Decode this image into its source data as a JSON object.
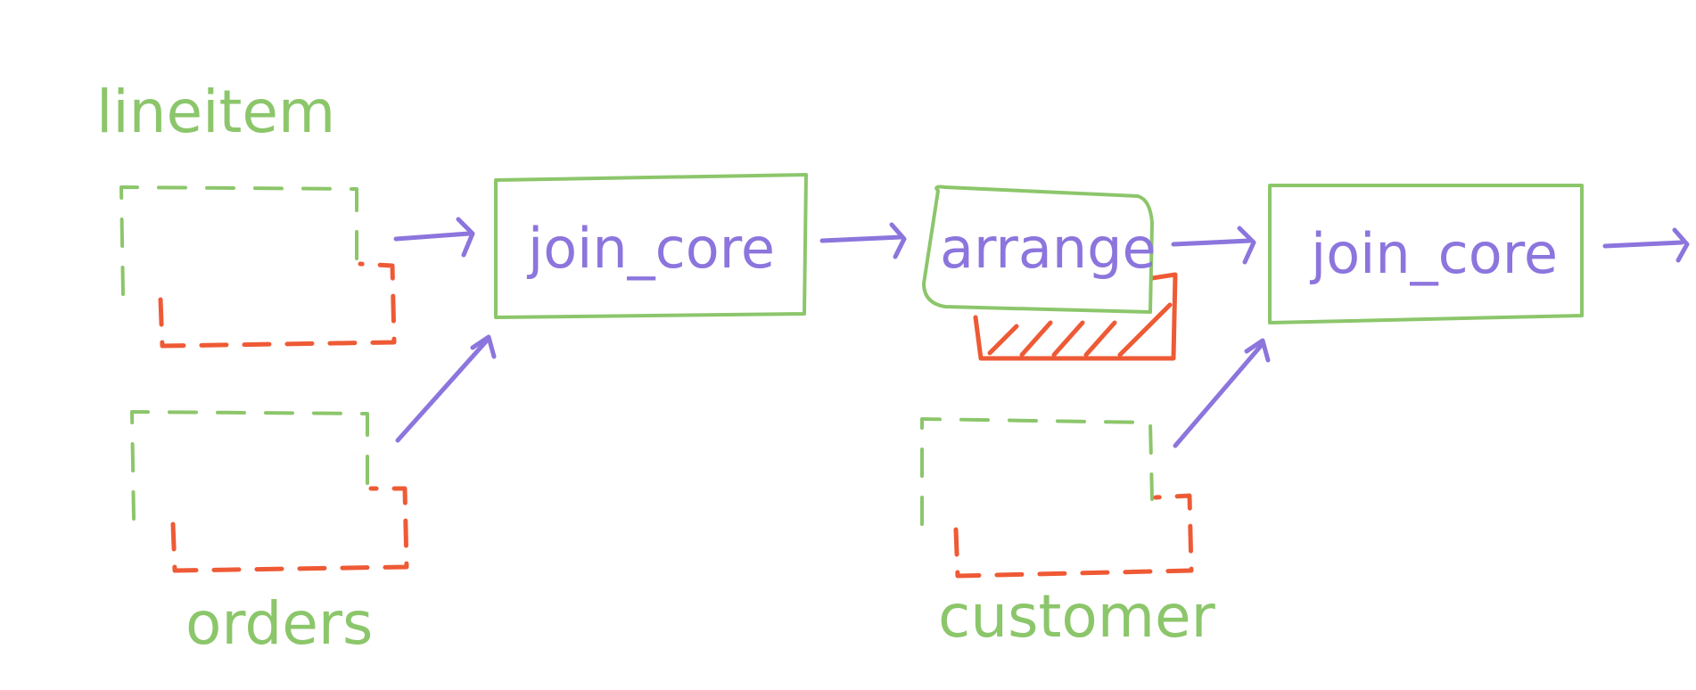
{
  "colors": {
    "source_green": "#8cc66b",
    "operator_purple": "#8c75dd",
    "arrangement_red": "#ee5a35"
  },
  "sources": {
    "lineitem": "lineitem",
    "orders": "orders",
    "customer": "customer"
  },
  "operators": {
    "join_core_1": "join_core",
    "arrange": "arrange",
    "join_core_2": "join_core"
  }
}
